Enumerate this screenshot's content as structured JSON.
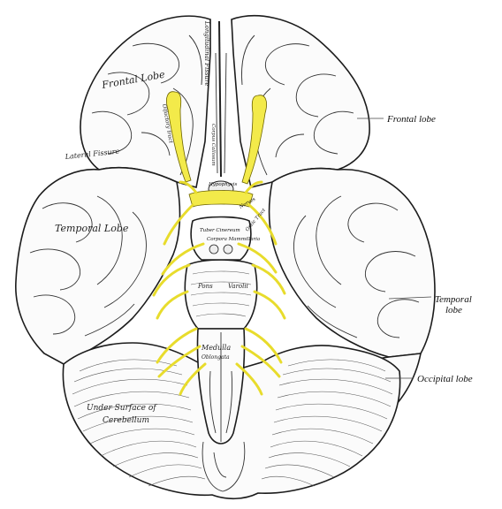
{
  "callouts": {
    "frontal": "Frontal lobe",
    "temporal_line1": "Temporal",
    "temporal_line2": "lobe",
    "occipital": "Occipital lobe"
  },
  "engraved_labels": {
    "frontal_lobe": "Frontal Lobe",
    "lateral_fissure": "Lateral Fissure",
    "temporal_lobe": "Temporal Lobe",
    "longitudinal_fissure": "Longitudinal Fissure",
    "olfactory_tract": "Olfactory tract",
    "corpus_callosum": "Corpus Callosum",
    "hypophysis": "Hypophysis",
    "optic_nerve": "Nerves",
    "optic_tract": "Optic Tract",
    "tuber_cinereum": "Tuber Cinereum",
    "corpora_mammillaria": "Corpora Mammillaria",
    "pons": "Pons",
    "varolii": "Varolii",
    "medulla": "Medulla",
    "oblongata": "Oblongata",
    "under_surface": "Under Surface of",
    "cerebellum": "Cerebellum"
  },
  "colors": {
    "nerve_yellow": "#f3ea4a",
    "ink": "#1c1c1c",
    "paper": "#ffffff"
  }
}
